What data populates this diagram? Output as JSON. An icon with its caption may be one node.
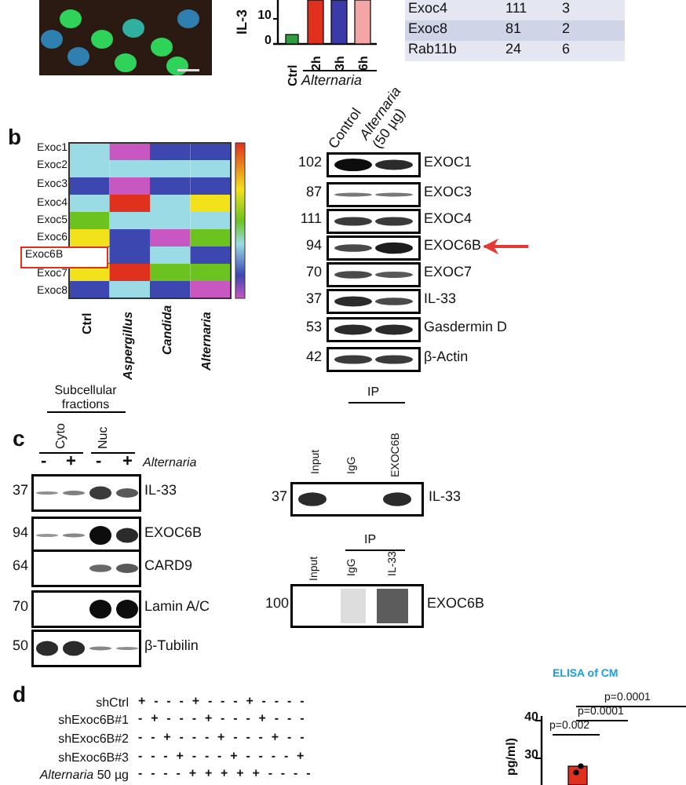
{
  "diagram": {
    "nodes": [
      {
        "text": [
          "Exoc6B"
        ]
      },
      {
        "text": [
          "EXOC6B"
        ]
      }
    ],
    "edges": [
      {
        "from": null,
        "to": 1,
        "arrow": "to",
        "color": "#e53935"
      }
    ],
    "labels": [
      "IL-3",
      "10",
      "0",
      "Ctrl",
      "2h",
      "3h",
      "6h",
      "Alternaria",
      "Exoc4",
      "111",
      "3",
      "Exoc8",
      "81",
      "2",
      "Rab11b",
      "24",
      "6",
      "b",
      "Exoc1",
      "Exoc2",
      "Exoc3",
      "Exoc4",
      "Exoc5",
      "Exoc6",
      "Exoc7",
      "Exoc8",
      "Ctrl",
      "Aspergillus",
      "Candida",
      "Alternaria",
      "Control",
      "*Alternaria* (50 µg)",
      "102",
      "EXOC1",
      "87",
      "EXOC3",
      "111",
      "EXOC4",
      "94",
      "70",
      "EXOC7",
      "37",
      "IL-33",
      "53",
      "Gasdermin D",
      "42",
      "β-Actin",
      "c",
      "Subcellular fractions",
      "Cyto",
      "Nuc",
      "-",
      "+",
      "-",
      "+",
      "Alternaria",
      "37",
      "IL-33",
      "94",
      "EXOC6B",
      "64",
      "CARD9",
      "70",
      "Lamin A/C",
      "50",
      "β-Tubilin",
      "IP",
      "Input",
      "IgG",
      "EXOC6B",
      "37",
      "IL-33",
      "IP",
      "Input",
      "IgG",
      "IL-33",
      "100",
      "EXOC6B",
      "ELISA of CM",
      "d",
      "p=0.0001",
      "p=0.0001",
      "p=0.002",
      "shCtrl",
      "+ - - - + - - - + - - - -",
      "shExoc6B#1",
      "- + - - - + - - - + - - -",
      "shExoc6B#2",
      "- - + - - - + - - - + - -",
      "shExoc6B#3",
      "- - - + - - - + - - - - +",
      "*Alternaria* 50 µg",
      "- - - - + + + + + - - - -",
      "40",
      "30",
      "pg/ml)"
    ]
  }
}
